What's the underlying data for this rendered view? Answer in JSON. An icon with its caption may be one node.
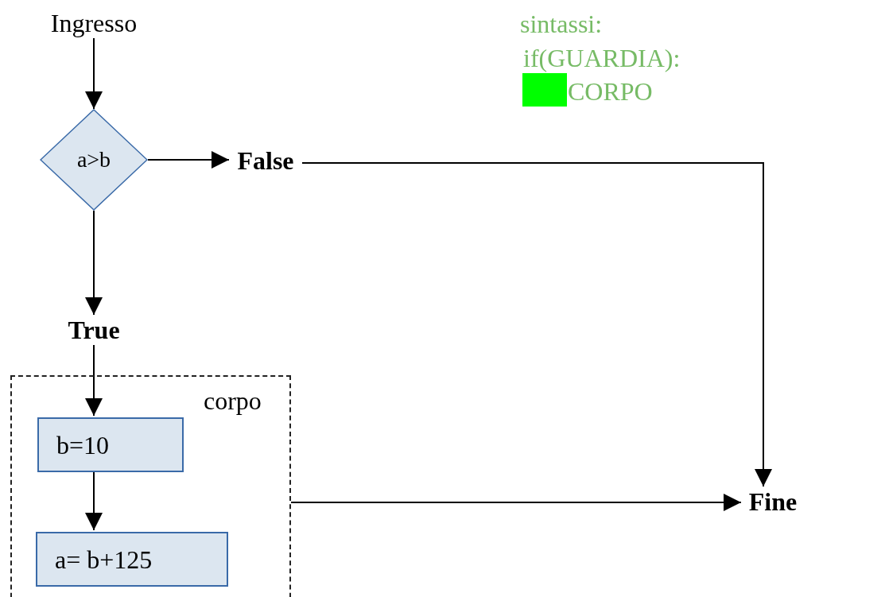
{
  "diagram": {
    "nodes": [
      {
        "text": [
          "Ingresso"
        ]
      },
      {
        "text": [
          "a>b"
        ]
      },
      {
        "text": [
          "False"
        ]
      },
      {
        "text": [
          "True"
        ]
      },
      {
        "text": [
          "corpo"
        ]
      },
      {
        "text": [
          "b=10"
        ],
        "in": 4
      },
      {
        "text": [
          "a= b+125"
        ],
        "in": 4
      },
      {
        "text": [
          "Fine"
        ]
      }
    ],
    "edges": [
      {
        "from": 0,
        "to": 1,
        "arrow": "to"
      },
      {
        "from": 1,
        "to": 2,
        "arrow": "to"
      },
      {
        "from": 1,
        "to": 3,
        "arrow": "to"
      },
      {
        "from": 3,
        "to": 5,
        "arrow": "to"
      },
      {
        "from": 5,
        "to": 6,
        "arrow": "to"
      },
      {
        "from": 4,
        "to": 7,
        "arrow": "to"
      },
      {
        "from": 2,
        "to": 7,
        "arrow": "to"
      }
    ],
    "labels": [
      "sintassi:",
      "if(GUARDIA):",
      "CORPO"
    ]
  }
}
